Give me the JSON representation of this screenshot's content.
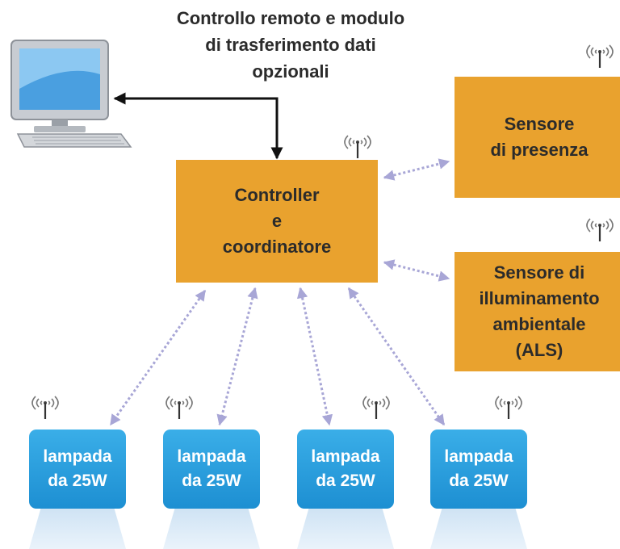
{
  "caption": {
    "lines": [
      "Controllo remoto e modulo",
      "di trasferimento dati",
      "opzionali"
    ]
  },
  "controller": {
    "lines": [
      "Controller",
      "e",
      "coordinatore"
    ]
  },
  "presence_sensor": {
    "lines": [
      "Sensore",
      "di presenza"
    ]
  },
  "als_sensor": {
    "lines": [
      "Sensore di",
      "illuminamento",
      "ambientale",
      "(ALS)"
    ]
  },
  "lamps": [
    {
      "lines": [
        "lampada",
        "da 25W"
      ]
    },
    {
      "lines": [
        "lampada",
        "da 25W"
      ]
    },
    {
      "lines": [
        "lampada",
        "da 25W"
      ]
    },
    {
      "lines": [
        "lampada",
        "da 25W"
      ]
    }
  ],
  "colors": {
    "node_orange": "#e9a22e",
    "lamp_blue": "#1d8fd2",
    "wireless_link": "#a8a6d6",
    "wired_link": "#111111"
  },
  "icons": {
    "computer": "desktop-computer-icon",
    "antenna": "antenna-icon"
  }
}
